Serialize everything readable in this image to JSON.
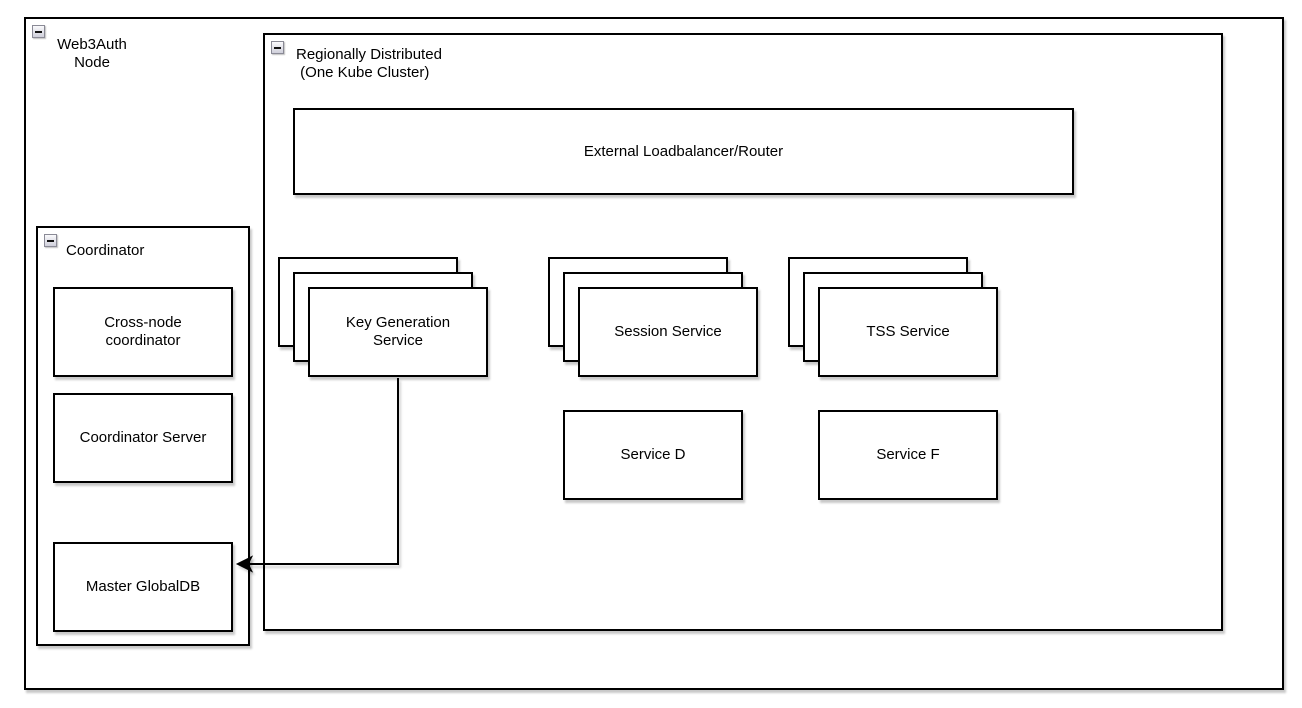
{
  "colors": {
    "stroke": "#000000",
    "shape_fill": "#ffffff",
    "collapse_icon_bg": "#d9d9e2"
  },
  "containers": {
    "web3auth": {
      "label": "Web3Auth\nNode"
    },
    "kube_cluster": {
      "label": "Regionally Distributed\n (One Kube Cluster)"
    },
    "coordinator": {
      "label": "Coordinator"
    }
  },
  "nodes": {
    "external_lb": {
      "label": "External Loadbalancer/Router"
    },
    "key_generation": {
      "label": "Key Generation\nService",
      "stacked_copies": 3
    },
    "session": {
      "label": "Session Service",
      "stacked_copies": 3
    },
    "tss": {
      "label": "TSS Service",
      "stacked_copies": 3
    },
    "service_d": {
      "label": "Service D"
    },
    "service_f": {
      "label": "Service F"
    },
    "cross_node": {
      "label": "Cross-node\ncoordinator"
    },
    "coordinator_server": {
      "label": "Coordinator Server"
    },
    "master_globaldb": {
      "label": "Master GlobalDB"
    }
  },
  "edges": [
    {
      "from": "Key Generation Service",
      "to": "Master GlobalDB",
      "style": "orthogonal",
      "arrowhead": "filled-triangle"
    }
  ]
}
